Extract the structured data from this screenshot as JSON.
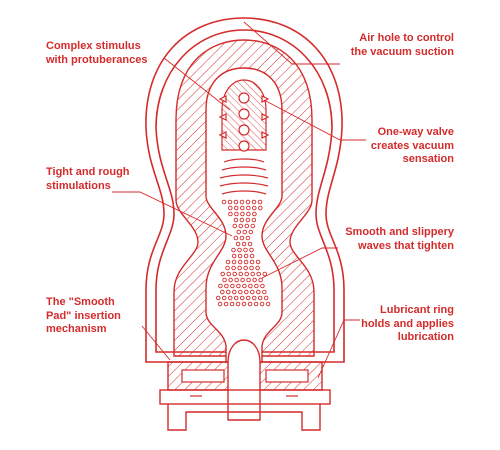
{
  "colors": {
    "accent": "#d42b2b",
    "background": "#ffffff"
  },
  "labels": {
    "complex_stimulus": [
      "Complex stimulus",
      "with protuberances"
    ],
    "air_hole": [
      "Air hole to control",
      "the vacuum suction"
    ],
    "one_way_valve": [
      "One-way valve",
      "creates vacuum",
      "sensation"
    ],
    "tight_rough": [
      "Tight and rough",
      "stimulations"
    ],
    "smooth_waves": [
      "Smooth and slippery",
      "waves that tighten"
    ],
    "smooth_pad": [
      "The \"Smooth",
      "Pad\" insertion",
      "mechanism"
    ],
    "lubricant_ring": [
      "Lubricant ring",
      "holds and applies",
      "lubrication"
    ]
  }
}
